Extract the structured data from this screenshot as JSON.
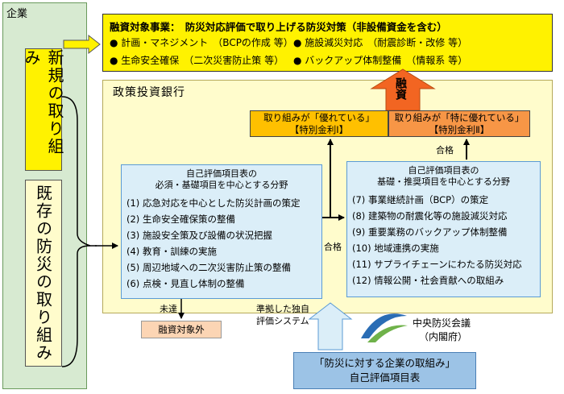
{
  "company": {
    "label": "企業",
    "new_initiative": "新規の取り組み",
    "existing_initiative": "既存の防災の取り組み"
  },
  "financing_target": {
    "title": "融資対象事業：　防災対応評価で取り上げる防災対策（非設備資金を含む）",
    "items": [
      "計画・マネジメント　（BCPの作成 等）",
      "施設減災対応　（耐震診断・改修 等）",
      "生命安全確保　（二次災害防止策 等）",
      "バックアップ体制整備　（情報系 等）"
    ]
  },
  "bank": {
    "label": "政策投資銀行",
    "financing_label": "融資",
    "outcome_excellent": {
      "line1": "取り組みが「優れている」",
      "line2": "【特別金利Ⅰ】"
    },
    "outcome_especially": {
      "line1": "取り組みが「特に優れている」",
      "line2": "【特別金利Ⅱ】"
    },
    "pass_label_upper": "合格",
    "pass_label_middle": "合格",
    "fail_label": "未達",
    "required_list": {
      "heading1": "自己評価項目表の",
      "heading2": "必須・基礎項目を中心とする分野",
      "rows": [
        "(1) 応急対応を中心とした防災計画の策定",
        "(2) 生命安全確保策の整備",
        "(3) 施設安全策及び設備の状況把握",
        "(4) 教育・訓練の実施",
        "(5) 周辺地域への二次災害防止策の整備",
        "(6) 点検・見直し体制の整備"
      ]
    },
    "recommended_list": {
      "heading1": "自己評価項目表の",
      "heading2": "基礎・推奨項目を中心とする分野",
      "rows": [
        "(7) 事業継続計画（BCP）の策定",
        "(8) 建築物の耐震化等の施設減災対応",
        "(9) 重要業務のバックアップ体制整備",
        "(10) 地域連携の実施",
        "(11) サプライチェーンにわたる防災対応",
        "(12) 情報公開・社会貢献への取組み"
      ]
    }
  },
  "not_eligible": "融資対象外",
  "evaluation_system": {
    "line1": "準拠した独自",
    "line2": "評価システム"
  },
  "council": {
    "line1": "中央防災会議",
    "line2": "（内閣府）"
  },
  "self_eval_table": {
    "line1": "「防災に対する企業の取組み」",
    "line2": "自己評価項目表"
  },
  "colors": {
    "company_bg": "#d7ead1",
    "yellow": "#fff200",
    "cream": "#fffccc",
    "light_blue": "#dbeef8",
    "orange": "#ffc000",
    "dark_orange": "#f79646",
    "financing_arrow": "#f26522",
    "salmon": "#fcd5b4",
    "blue": "#9cc3e6"
  }
}
